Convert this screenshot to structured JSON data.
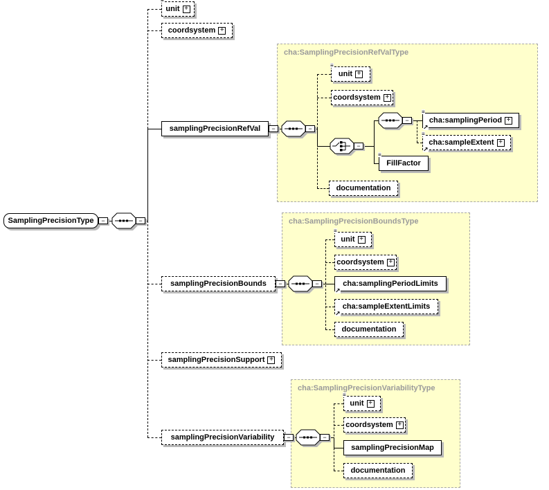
{
  "colors": {
    "group_fill": "#ffffcc",
    "group_border": "#a6a6a6",
    "group_title": "#9a9a9a",
    "shadow": "#b9b9b9",
    "line": "#000000"
  },
  "icons": {
    "expand": "+",
    "collapse": "−",
    "annotation": "≡",
    "reference": "↗"
  },
  "root": {
    "label": "SamplingPrecisionType"
  },
  "children": {
    "unit": {
      "label": "unit"
    },
    "coordsystem": {
      "label": "coordsystem"
    },
    "samplingPrecisionRefVal": {
      "label": "samplingPrecisionRefVal"
    },
    "samplingPrecisionBounds": {
      "label": "samplingPrecisionBounds"
    },
    "samplingPrecisionSupport": {
      "label": "samplingPrecisionSupport"
    },
    "samplingPrecisionVariability": {
      "label": "samplingPrecisionVariability"
    }
  },
  "groups": {
    "refval": {
      "title": "cha:SamplingPrecisionRefValType",
      "children": {
        "unit": "unit",
        "coordsystem": "coordsystem",
        "samplingPeriod": "cha:samplingPeriod",
        "sampleExtent": "cha:sampleExtent",
        "fillFactor": "FillFactor",
        "documentation": "documentation"
      }
    },
    "bounds": {
      "title": "cha:SamplingPrecisionBoundsType",
      "children": {
        "unit": "unit",
        "coordsystem": "coordsystem",
        "samplingPeriodLimits": "cha:samplingPeriodLimits",
        "sampleExtentLimits": "cha:sampleExtentLimits",
        "documentation": "documentation"
      }
    },
    "variability": {
      "title": "cha:SamplingPrecisionVariabilityType",
      "children": {
        "unit": "unit",
        "coordsystem": "coordsystem",
        "samplingPrecisionMap": "samplingPrecisionMap",
        "documentation": "documentation"
      }
    }
  }
}
